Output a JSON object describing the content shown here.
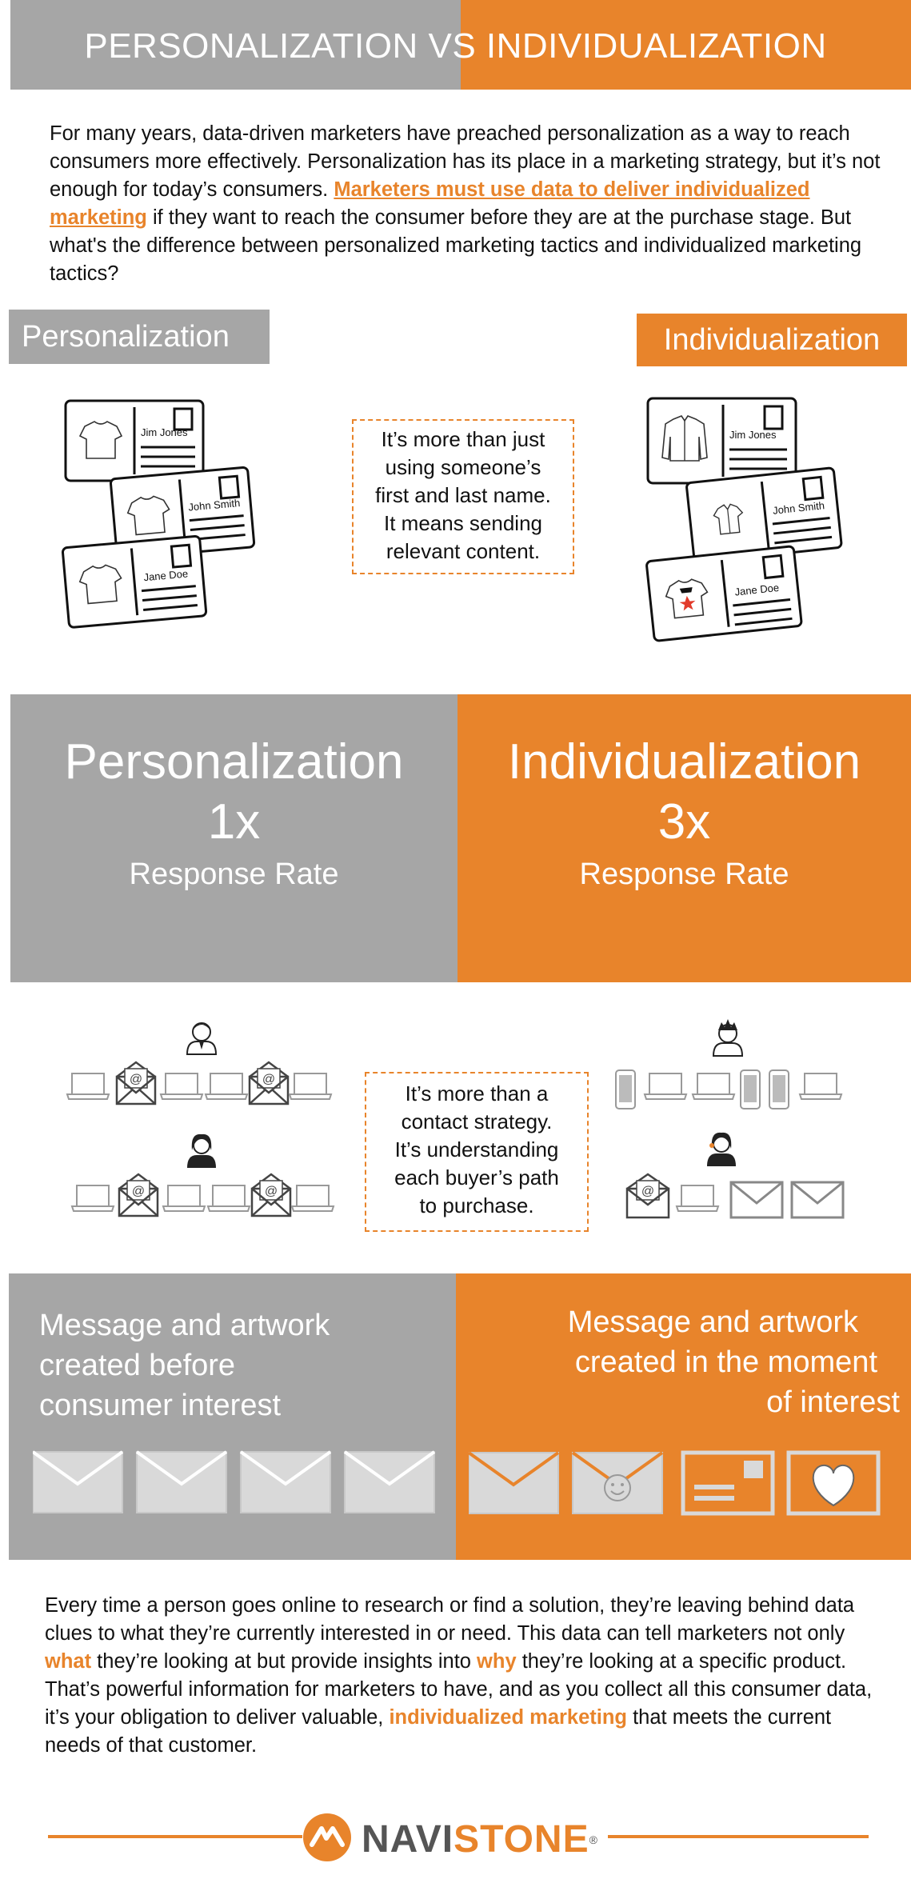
{
  "title": "PERSONALIZATION VS INDIVIDUALIZATION",
  "intro": {
    "text_before": "For many years, data-driven marketers have preached personalization as a way to reach consumers more effectively. Personalization has its place in a marketing strategy, but it’s not enough for today’s consumers. ",
    "link": "Marketers must use data to deliver individualized marketing",
    "text_after": " if they want to reach the consumer before they are at the purchase stage. But what's the difference between personalized marketing tactics and individualized marketing tactics?"
  },
  "labels": {
    "personalization": "Personalization",
    "individualization": "Individualization"
  },
  "cards": {
    "names": [
      "Jim Jones",
      "John Smith",
      "Jane Doe"
    ]
  },
  "callout_1": [
    "It’s more than just",
    "using someone’s",
    "first and last name.",
    "It means sending",
    "relevant content."
  ],
  "response": {
    "left": {
      "heading": "Personalization",
      "multiplier": "1x",
      "label": "Response Rate"
    },
    "right": {
      "heading": "Individualization",
      "multiplier": "3x",
      "label": "Response Rate"
    }
  },
  "callout_2": [
    "It’s more than a",
    "contact strategy.",
    "It’s understanding",
    "each buyer’s path",
    "to purchase."
  ],
  "message": {
    "left": [
      "Message and artwork",
      "created before",
      "consumer interest"
    ],
    "right": [
      "Message and artwork",
      "created in the moment",
      "of interest"
    ]
  },
  "outro": {
    "p1": "Every time a person goes online to research or find a solution, they’re leaving behind data clues to what they’re currently interested in or need. This data can tell marketers not only ",
    "hl1": "what",
    "p2": " they’re looking at but provide insights into ",
    "hl2": "why",
    "p3": " they’re looking at a specific product. That’s powerful information for marketers to have, and as you collect all this consumer data, it’s your obligation to deliver valuable, ",
    "hl3": "individualized marketing",
    "p4": " that meets the current needs of that customer."
  },
  "footer": {
    "brand_part1": "NAVI",
    "brand_part2": "STONE",
    "registered": "®"
  },
  "colors": {
    "orange": "#e8842b",
    "grey": "#a6a6a6",
    "dark_grey": "#555555"
  },
  "icons": [
    "postcard-icon",
    "shirt-icon",
    "laptop-icon",
    "envelope-icon",
    "phone-icon",
    "person-icon",
    "heart-icon",
    "smiley-icon",
    "navistone-logo-icon"
  ]
}
